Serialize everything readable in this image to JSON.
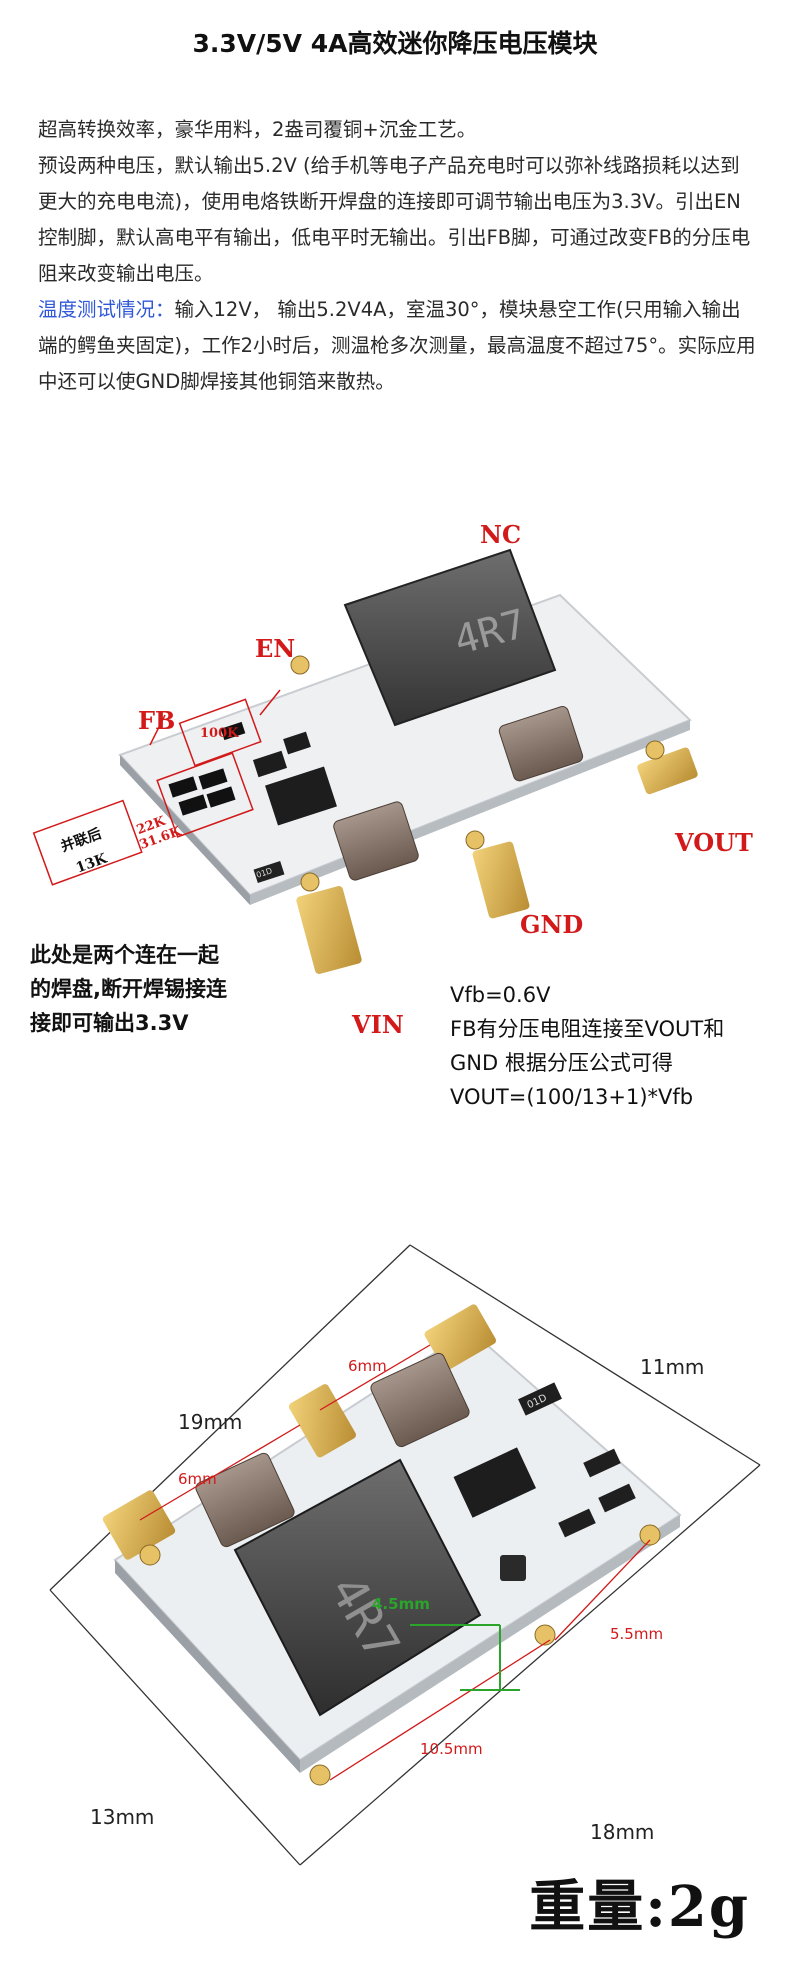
{
  "title": "3.3V/5V 4A高效迷你降压电压模块",
  "description": {
    "p1": "超高转换效率，豪华用料，2盎司覆铜+沉金工艺。",
    "p2": "预设两种电压，默认输出5.2V (给手机等电子产品充电时可以弥补线路损耗以达到更大的充电电流)，使用电烙铁断开焊盘的连接即可调节输出电压为3.3V。引出EN控制脚，默认高电平有输出，低电平时无输出。引出FB脚，可通过改变FB的分压电阻来改变输出电压。",
    "p3_label": "温度测试情况：",
    "p3_text": "输入12V， 输出5.2V4A，室温30°，模块悬空工作(只用输入输出端的鳄鱼夹固定)，工作2小时后，测温枪多次测量，最高温度不超过75°。实际应用中还可以使GND脚焊接其他铜箔来散热。"
  },
  "figure1": {
    "labels": {
      "nc": "NC",
      "en": "EN",
      "fb": "FB",
      "vout": "VOUT",
      "gnd": "GND",
      "vin": "VIN",
      "r100k": "100K",
      "r22k": "22K",
      "r316k": "31.6K",
      "bridge": "并联后",
      "bridge_val": "13K",
      "inductor": "4R7",
      "cap_code": "01D"
    },
    "note_left": [
      "此处是两个连在一起",
      "的焊盘,断开焊锡接连",
      "接即可输出3.3V"
    ],
    "note_right": [
      "Vfb=0.6V",
      "FB有分压电阻连接至VOUT和",
      "GND  根据分压公式可得",
      "VOUT=(100/13+1)*Vfb"
    ]
  },
  "figure2": {
    "dims": {
      "d19": "19mm",
      "d11": "11mm",
      "d13": "13mm",
      "d18": "18mm",
      "d6a": "6mm",
      "d6b": "6mm",
      "d45": "4.5mm",
      "d55": "5.5mm",
      "d105": "10.5mm"
    },
    "inductor": "4R7",
    "r_code": "01D"
  },
  "weight": "重量:2g"
}
